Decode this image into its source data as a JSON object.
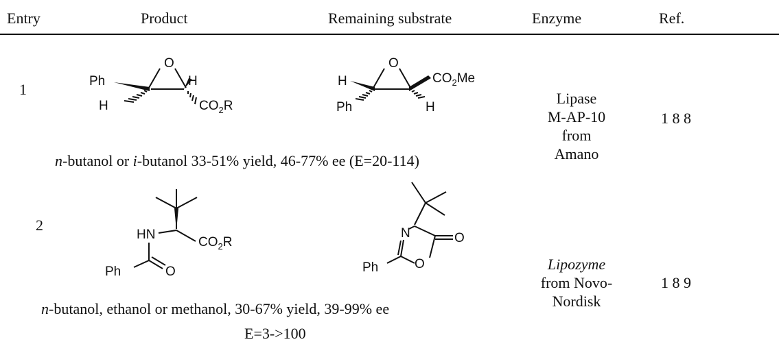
{
  "headers": {
    "entry": "Entry",
    "product": "Product",
    "remaining": "Remaining substrate",
    "enzyme": "Enzyme",
    "ref": "Ref."
  },
  "rows": [
    {
      "entry": "1",
      "product_labels": {
        "o": "O",
        "ph": "Ph",
        "h1": "H",
        "h2": "H",
        "co2r": "CO",
        "co2r_sub": "2",
        "co2r_tail": "R"
      },
      "substrate_labels": {
        "o": "O",
        "h1": "H",
        "co2me": "CO",
        "co2me_sub": "2",
        "co2me_tail": "Me",
        "ph": "Ph",
        "h2": "H"
      },
      "conditions": {
        "p1": "n",
        "p2": "-butanol or ",
        "p3": "i",
        "p4": "-butanol 33-51% yield, 46-77% ee (E=20-114)"
      },
      "enzyme_lines": [
        "Lipase",
        "M-AP-10",
        "from",
        "Amano"
      ],
      "ref": "1 8 8"
    },
    {
      "entry": "2",
      "product_labels": {
        "hn": "HN",
        "co2r": "CO",
        "co2r_sub": "2",
        "co2r_tail": "R",
        "ph": "Ph",
        "o": "O"
      },
      "substrate_labels": {
        "n": "N",
        "o_ring": "O",
        "o_carbonyl": "O",
        "ph": "Ph"
      },
      "conditions": {
        "p1": "n",
        "p2": "-butanol, ethanol or methanol, 30-67% yield, 39-99% ee",
        "line2": "E=3->100"
      },
      "enzyme_lines": [
        "Lipozyme",
        "from Novo-",
        "Nordisk"
      ],
      "ref": "1 8 9"
    }
  ]
}
